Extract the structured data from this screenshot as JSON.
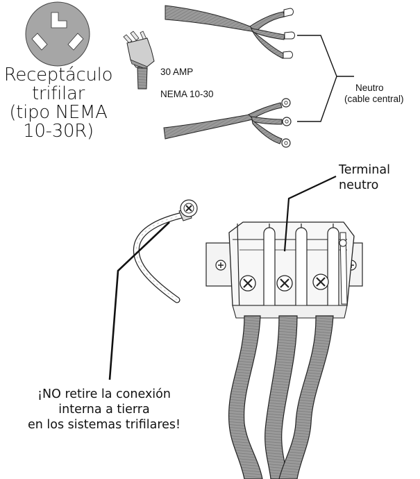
{
  "receptacle": {
    "label": "Receptáculo\ntrifilar\n(tipo NEMA\n10-30R)"
  },
  "plug": {
    "amp_label": "30 AMP",
    "nema_label": "NEMA 10-30"
  },
  "neutral_callout": {
    "title": "Neutro",
    "subtitle": "(cable central)"
  },
  "terminal_block": {
    "label": "Terminal\nneutro"
  },
  "warning": {
    "text": "¡NO retire la conexión\ninterna a tierra\nen los sistemas trifilares!"
  },
  "colors": {
    "line": "#111111",
    "cable_fill": "#9a9a9a",
    "receptacle_fill": "#a6a6a6",
    "block_fill": "#f4f4f4"
  }
}
